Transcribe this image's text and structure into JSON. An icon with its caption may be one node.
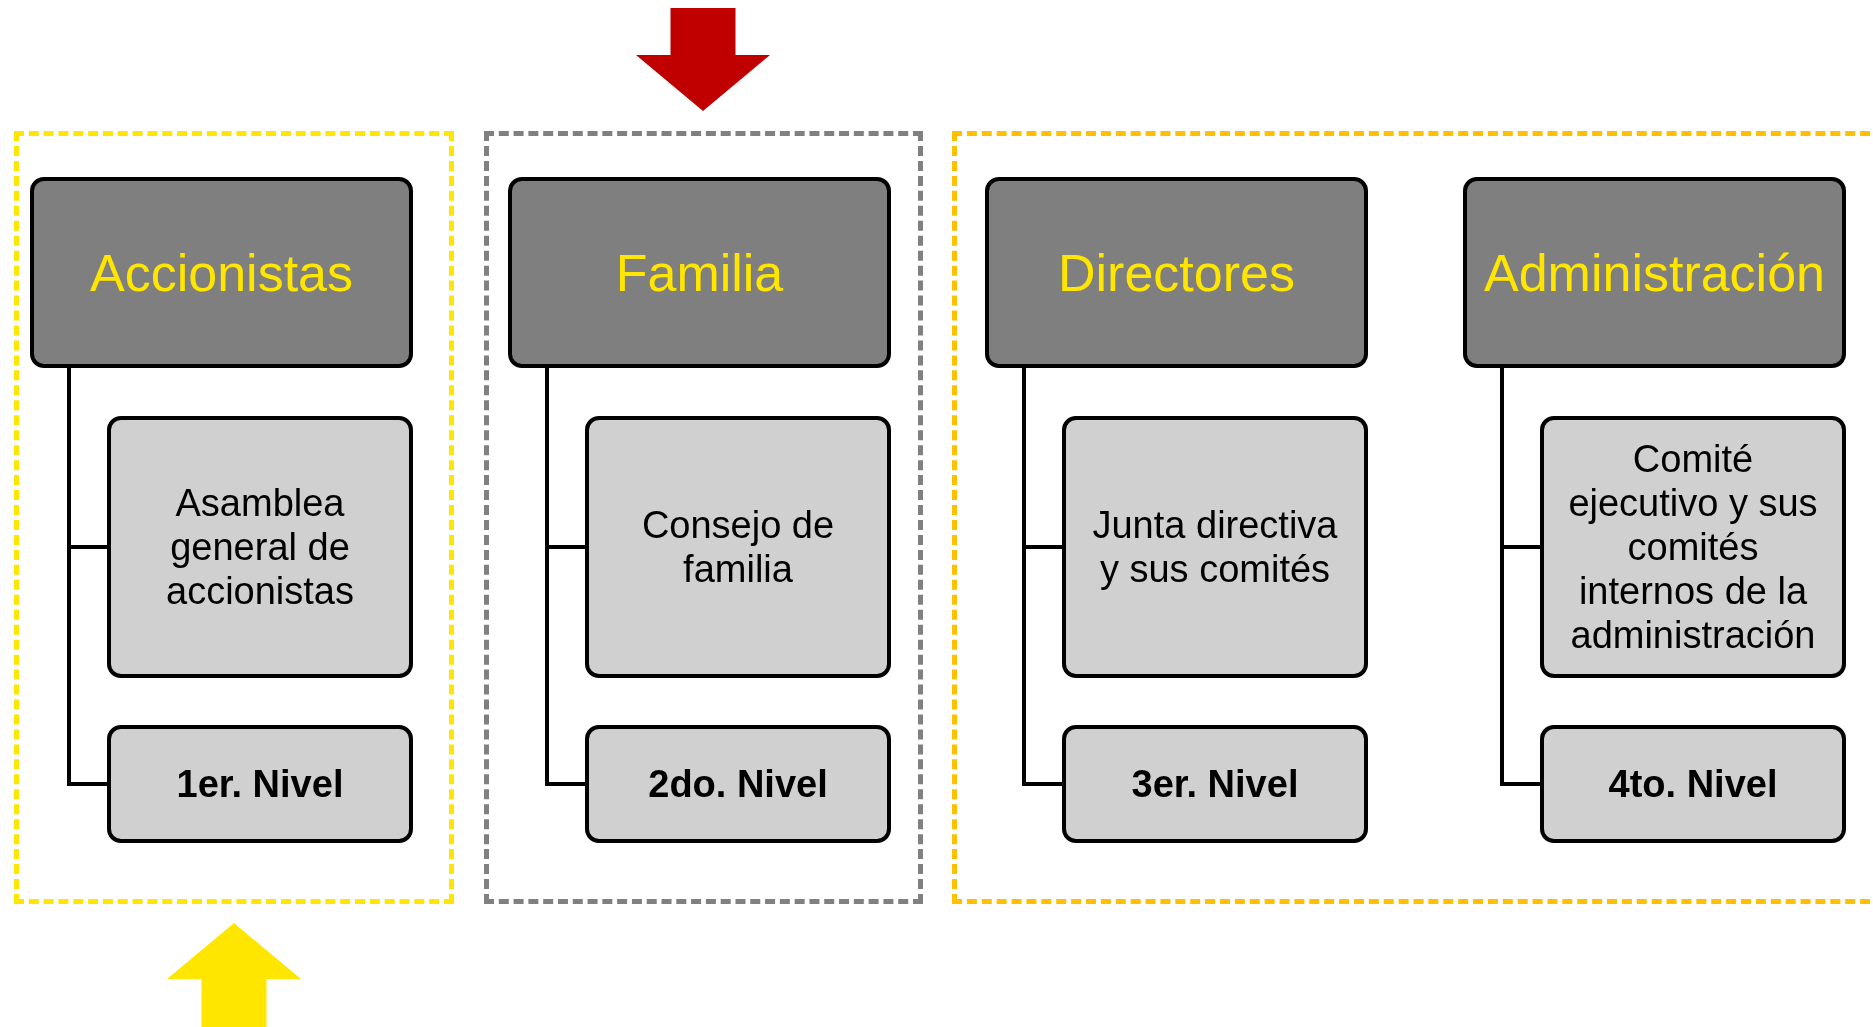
{
  "diagram": {
    "nodes": [
      {
        "text": [],
        "shape": "box"
      },
      {
        "text": [
          "Accionistas"
        ],
        "in": 0
      },
      {
        "text": [
          "Asamblea general de accionistas"
        ],
        "in": 0
      },
      {
        "text": [
          "1er. Nivel"
        ],
        "in": 0
      },
      {
        "text": [],
        "shape": "box"
      },
      {
        "text": [
          "Familia"
        ],
        "in": 4
      },
      {
        "text": [
          "Consejo de familia"
        ],
        "in": 4
      },
      {
        "text": [
          "2do. Nivel"
        ],
        "in": 4
      },
      {
        "text": [],
        "shape": "box"
      },
      {
        "text": [
          "Directores"
        ],
        "in": 8
      },
      {
        "text": [
          "Junta directiva y sus comités"
        ],
        "in": 8
      },
      {
        "text": [
          "3er. Nivel"
        ],
        "in": 8
      },
      {
        "text": [
          "Administración"
        ],
        "in": 8
      },
      {
        "text": [
          "Comité ejecutivo y sus comités internos de la administración"
        ],
        "in": 8
      },
      {
        "text": [
          "4to. Nivel"
        ],
        "in": 8
      }
    ],
    "edges": [
      {
        "from": 1,
        "to": 2,
        "arrow": "none"
      },
      {
        "from": 1,
        "to": 3,
        "arrow": "none"
      },
      {
        "from": 5,
        "to": 6,
        "arrow": "none"
      },
      {
        "from": 5,
        "to": 7,
        "arrow": "none"
      },
      {
        "from": 9,
        "to": 10,
        "arrow": "none"
      },
      {
        "from": 9,
        "to": 11,
        "arrow": "none"
      },
      {
        "from": 12,
        "to": 13,
        "arrow": "none"
      },
      {
        "from": 12,
        "to": 14,
        "arrow": "none"
      },
      {
        "from": null,
        "to": 4,
        "arrow": "to",
        "style": "thick",
        "color": "#c00000"
      },
      {
        "from": null,
        "to": 0,
        "arrow": "to",
        "style": "thick",
        "color": "#ffe600"
      }
    ]
  }
}
